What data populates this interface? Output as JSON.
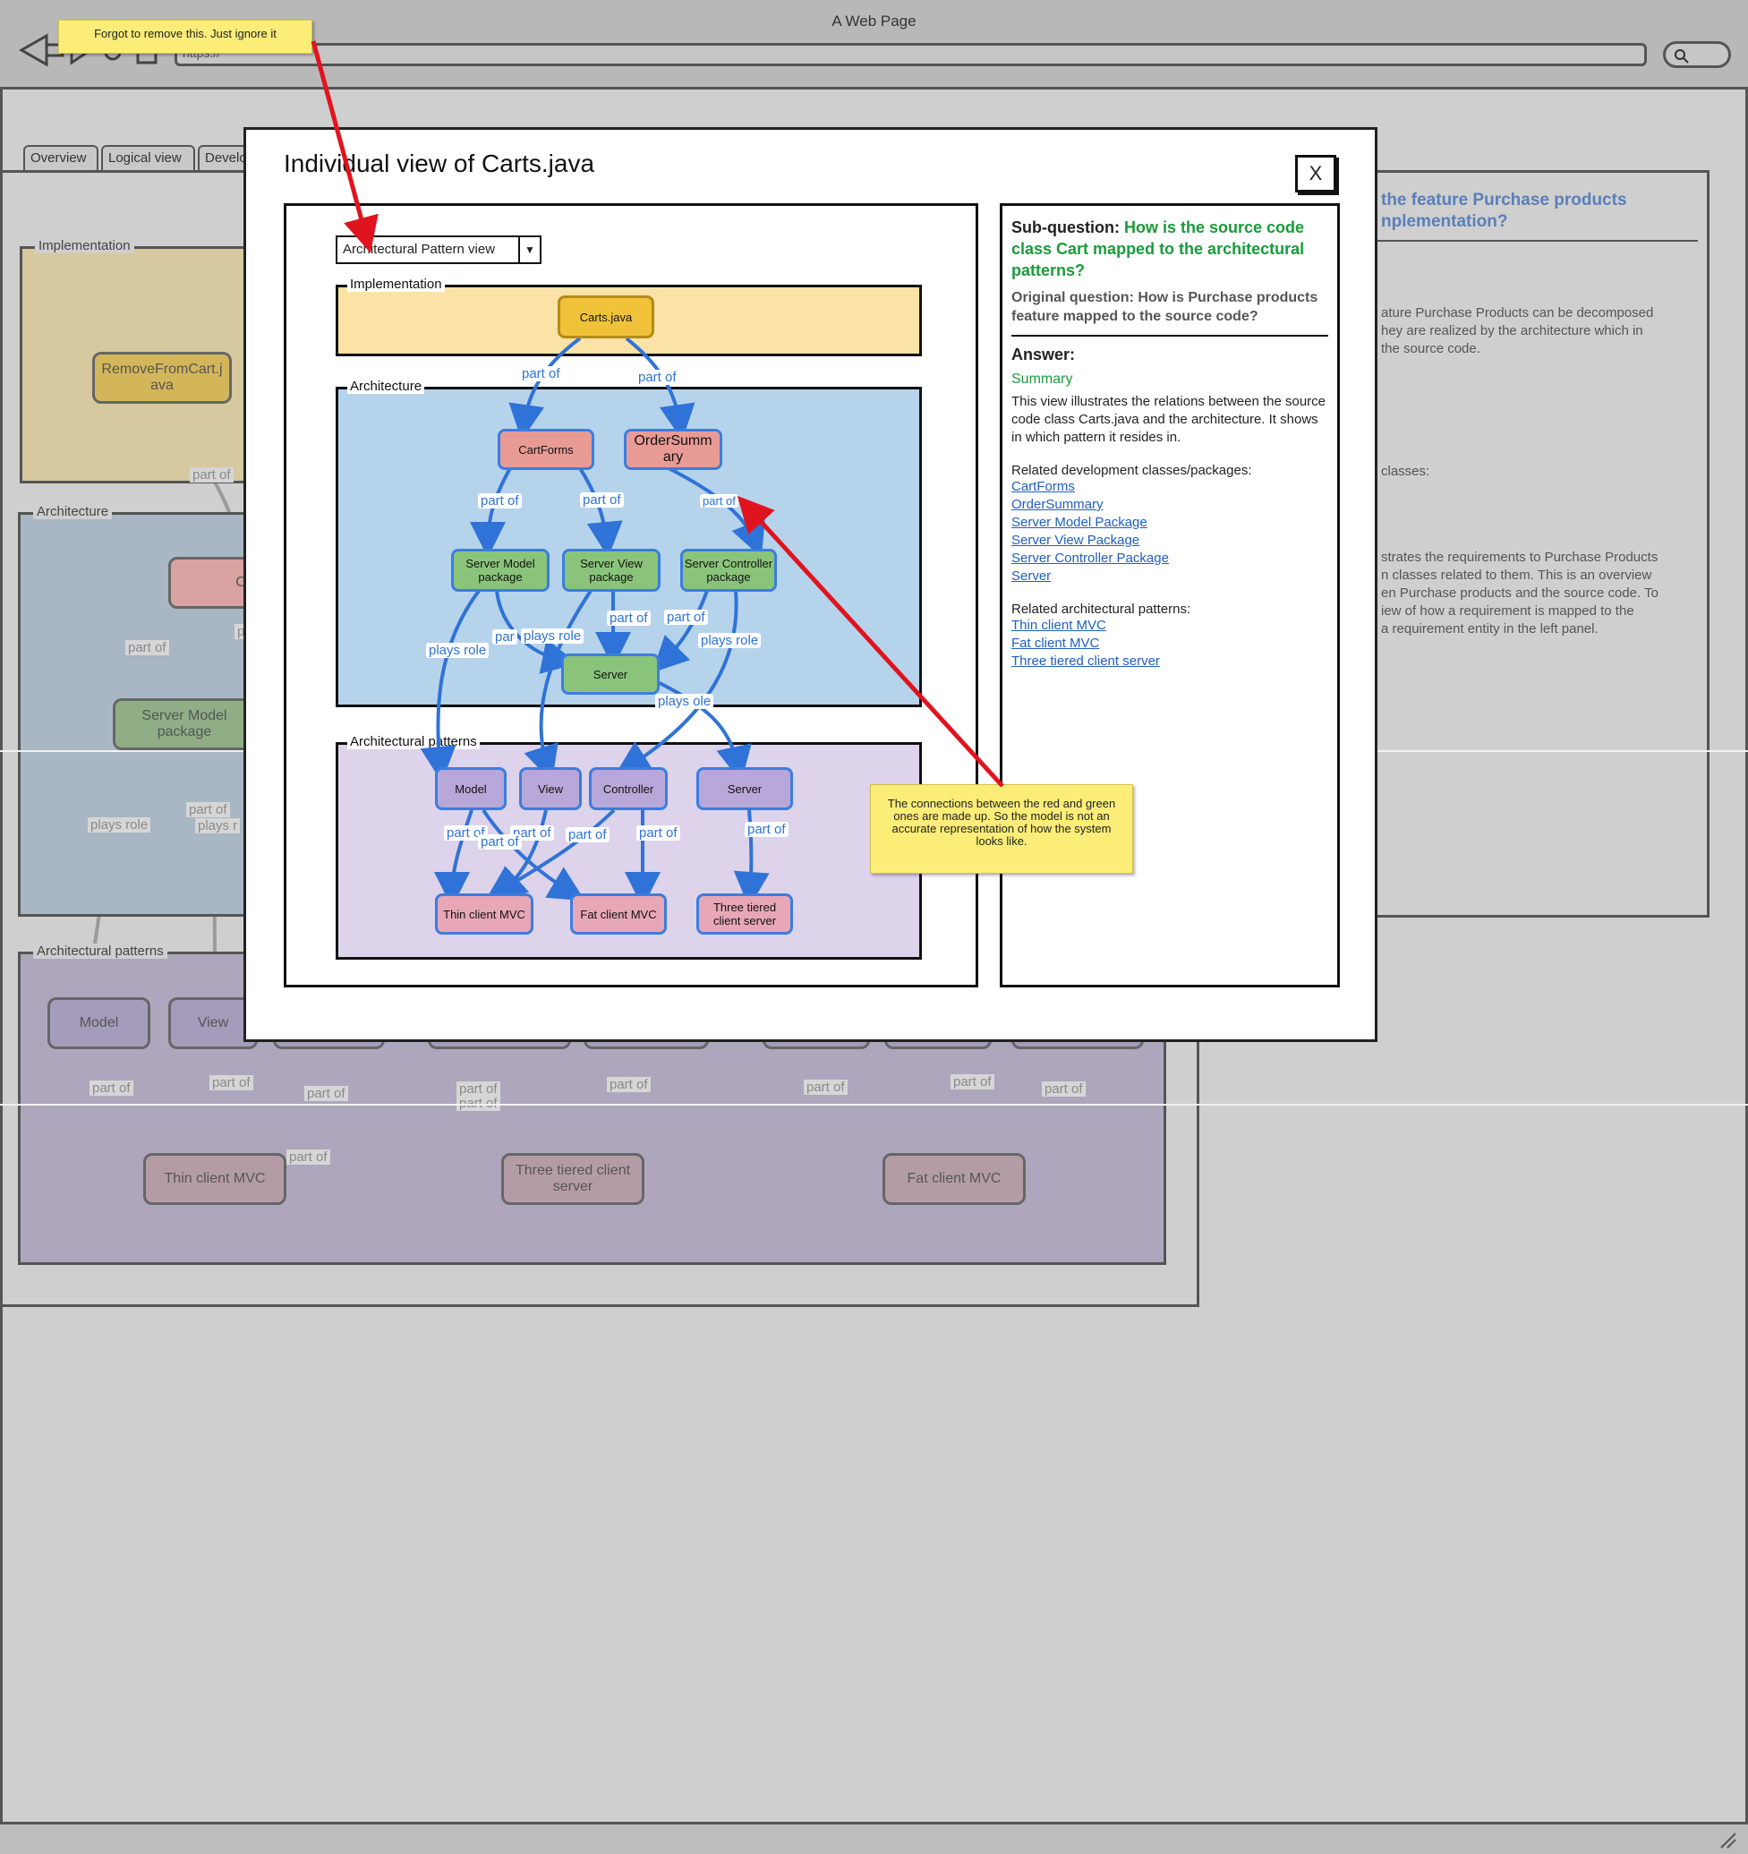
{
  "window": {
    "title": "A Web Page",
    "url": "https://"
  },
  "bg_tabs": [
    "Overview",
    "Logical view",
    "Develo"
  ],
  "bg_diagram": {
    "groups": [
      "Implementation",
      "Architecture",
      "Architectural patterns"
    ],
    "nodes": {
      "remove_from_cart": "RemoveFromCart.j ava",
      "car": "Car",
      "server_model": "Server Model package",
      "model": "Model",
      "view": "View",
      "thin_client": "Thin client MVC",
      "three_tiered": "Three tiered client server",
      "fat_client": "Fat client MVC"
    },
    "edge_part_of": "part of",
    "edge_plays_role": "plays role",
    "edge_plays_r": "plays r",
    "edge_p": "p"
  },
  "bg_right_panel": {
    "title_line1": "the feature Purchase products",
    "title_line2": "nplementation?",
    "p1_l1": "ature Purchase Products can be decomposed",
    "p1_l2": "hey are realized by the architecture which in",
    "p1_l3": "the source code.",
    "classes": "classes:",
    "p2_l1": "strates the requirements to Purchase Products",
    "p2_l2": "n classes related to them. This is an overview",
    "p2_l3": "en Purchase products and the source code. To",
    "p2_l4": "iew of how a requirement is mapped to the",
    "p2_l5": "a requirement entity in the left panel."
  },
  "modal": {
    "title": "Individual view of Carts.java",
    "close": "X",
    "dropdown": "Architectural Pattern view",
    "groups": {
      "impl": "Implementation",
      "arch": "Architecture",
      "patterns": "Architectural patterns"
    },
    "nodes": {
      "carts": "Carts.java",
      "cartforms": "CartForms",
      "ordersummary": "OrderSumm ary",
      "server_model": "Server Model package",
      "server_view": "Server View package",
      "server_controller": "Server Controller package",
      "server": "Server",
      "model": "Model",
      "view": "View",
      "controller": "Controller",
      "p_server": "Server",
      "thin": "Thin client MVC",
      "fat": "Fat client MVC",
      "three": "Three tiered client server"
    },
    "edges": {
      "part_of": "part of",
      "plays_role": "plays role",
      "par": "par",
      "plays_ole": "plays ole",
      "prt_of": "part of"
    }
  },
  "answer_panel": {
    "sub_label": "Sub-question:",
    "sub_q": "How is the source code class Cart mapped to the architectural patterns?",
    "orig_q": "Original question: How is Purchase products feature mapped to the source code?",
    "answer_label": "Answer:",
    "summary_label": "Summary",
    "summary": "This view illustrates the relations between the source code class Carts.java and the architecture. It shows in which pattern it resides in.",
    "related_dev_label": "Related development classes/packages:",
    "related_dev": [
      "CartForms",
      "OrderSummary",
      "Server Model Package",
      "Server View Package",
      "Server Controller Package",
      "Server"
    ],
    "related_arch_label": "Related architectural patterns:",
    "related_arch": [
      "Thin client MVC",
      "Fat client MVC",
      "Three tiered client server"
    ]
  },
  "notes": {
    "top": "Forgot to remove this. Just ignore it",
    "middle": "The connections between the red and green ones are made up. So the model is not an accurate representation of how the system looks like."
  },
  "colors": {
    "accent_blue": "#2f73d8",
    "note_yellow": "#fbed78",
    "arrow_red": "#e0141e",
    "answer_green": "#1a9b3a"
  }
}
